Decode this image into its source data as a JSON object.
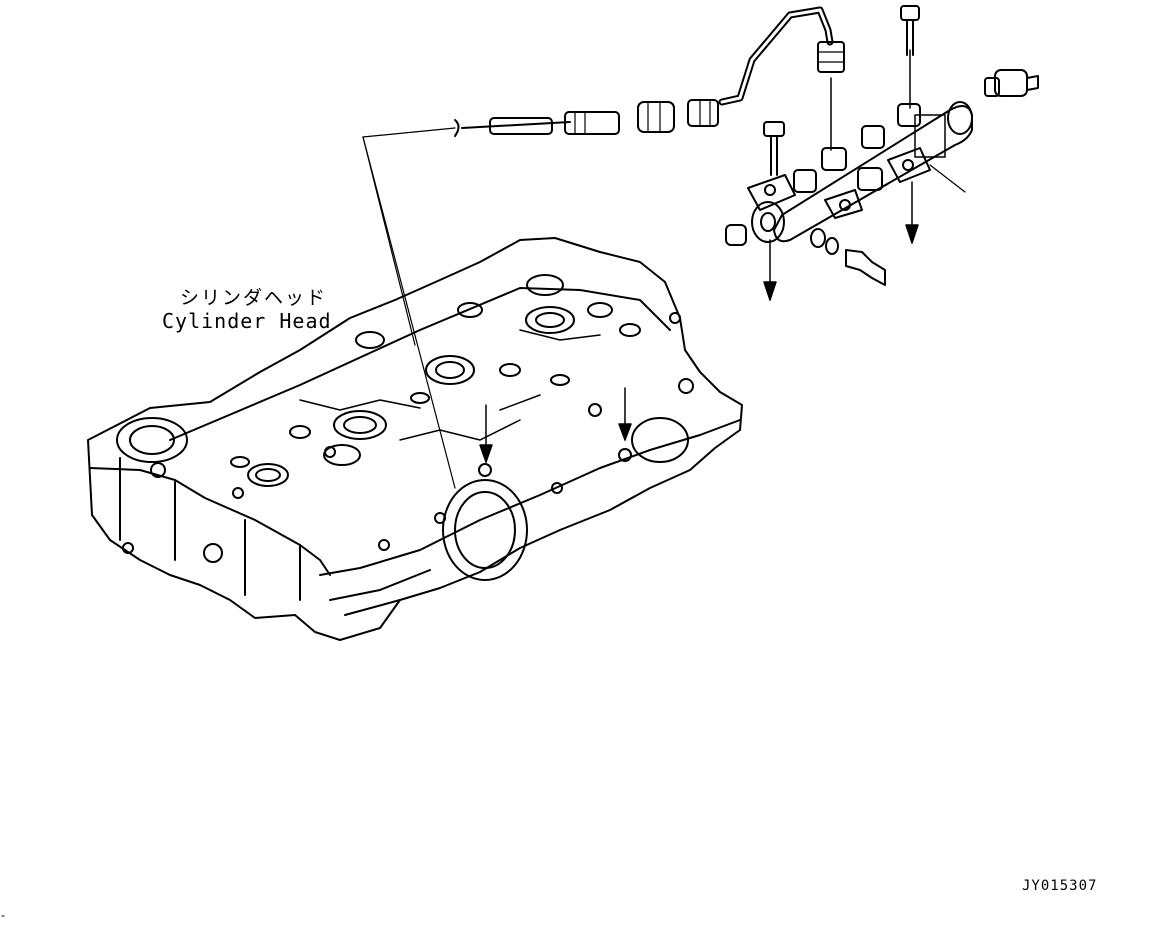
{
  "diagram": {
    "part_label_jp": "シリンダヘッド",
    "part_label_en": "Cylinder Head",
    "drawing_code": "JY015307",
    "line_color": "#000000",
    "background_color": "#ffffff"
  }
}
